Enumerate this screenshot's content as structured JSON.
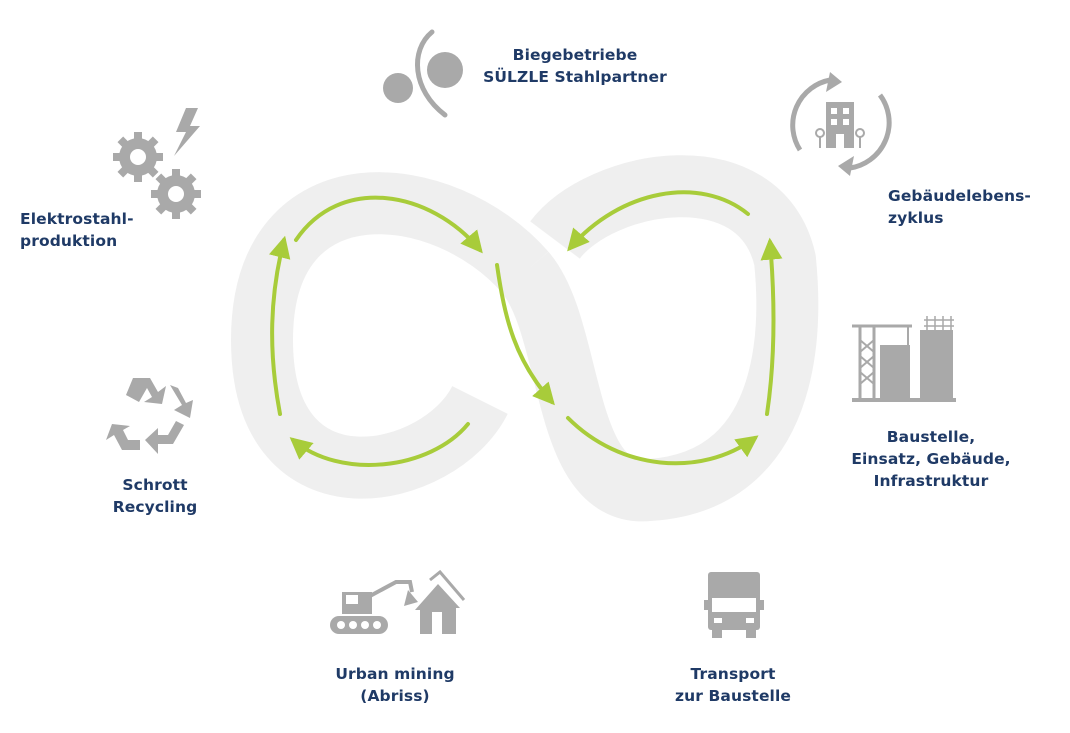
{
  "colors": {
    "loop_track": "#efefef",
    "arrow": "#a8cc3a",
    "icon": "#a9a9a9",
    "label_text": "#1f3a66"
  },
  "stations": {
    "biegebetriebe": {
      "line1": "Biegebetriebe",
      "line2": "SÜLZLE Stahlpartner",
      "icon": "bending-icon"
    },
    "gebaeude": {
      "line1": "Gebäudelebens-",
      "line2": "zyklus",
      "icon": "building-cycle-icon"
    },
    "baustelle": {
      "line1": "Baustelle,",
      "line2": "Einsatz, Gebäude,",
      "line3": "Infrastruktur",
      "icon": "construction-site-icon"
    },
    "transport": {
      "line1": "Transport",
      "line2": "zur Baustelle",
      "icon": "truck-icon"
    },
    "urban_mining": {
      "line1": "Urban mining",
      "line2": "(Abriss)",
      "icon": "excavator-demolition-icon"
    },
    "schrott": {
      "line1": "Schrott",
      "line2": "Recycling",
      "icon": "recycle-icon"
    },
    "elektrostahl": {
      "line1": "Elektrostahl-",
      "line2": "produktion",
      "icon": "gears-lightning-icon"
    }
  }
}
